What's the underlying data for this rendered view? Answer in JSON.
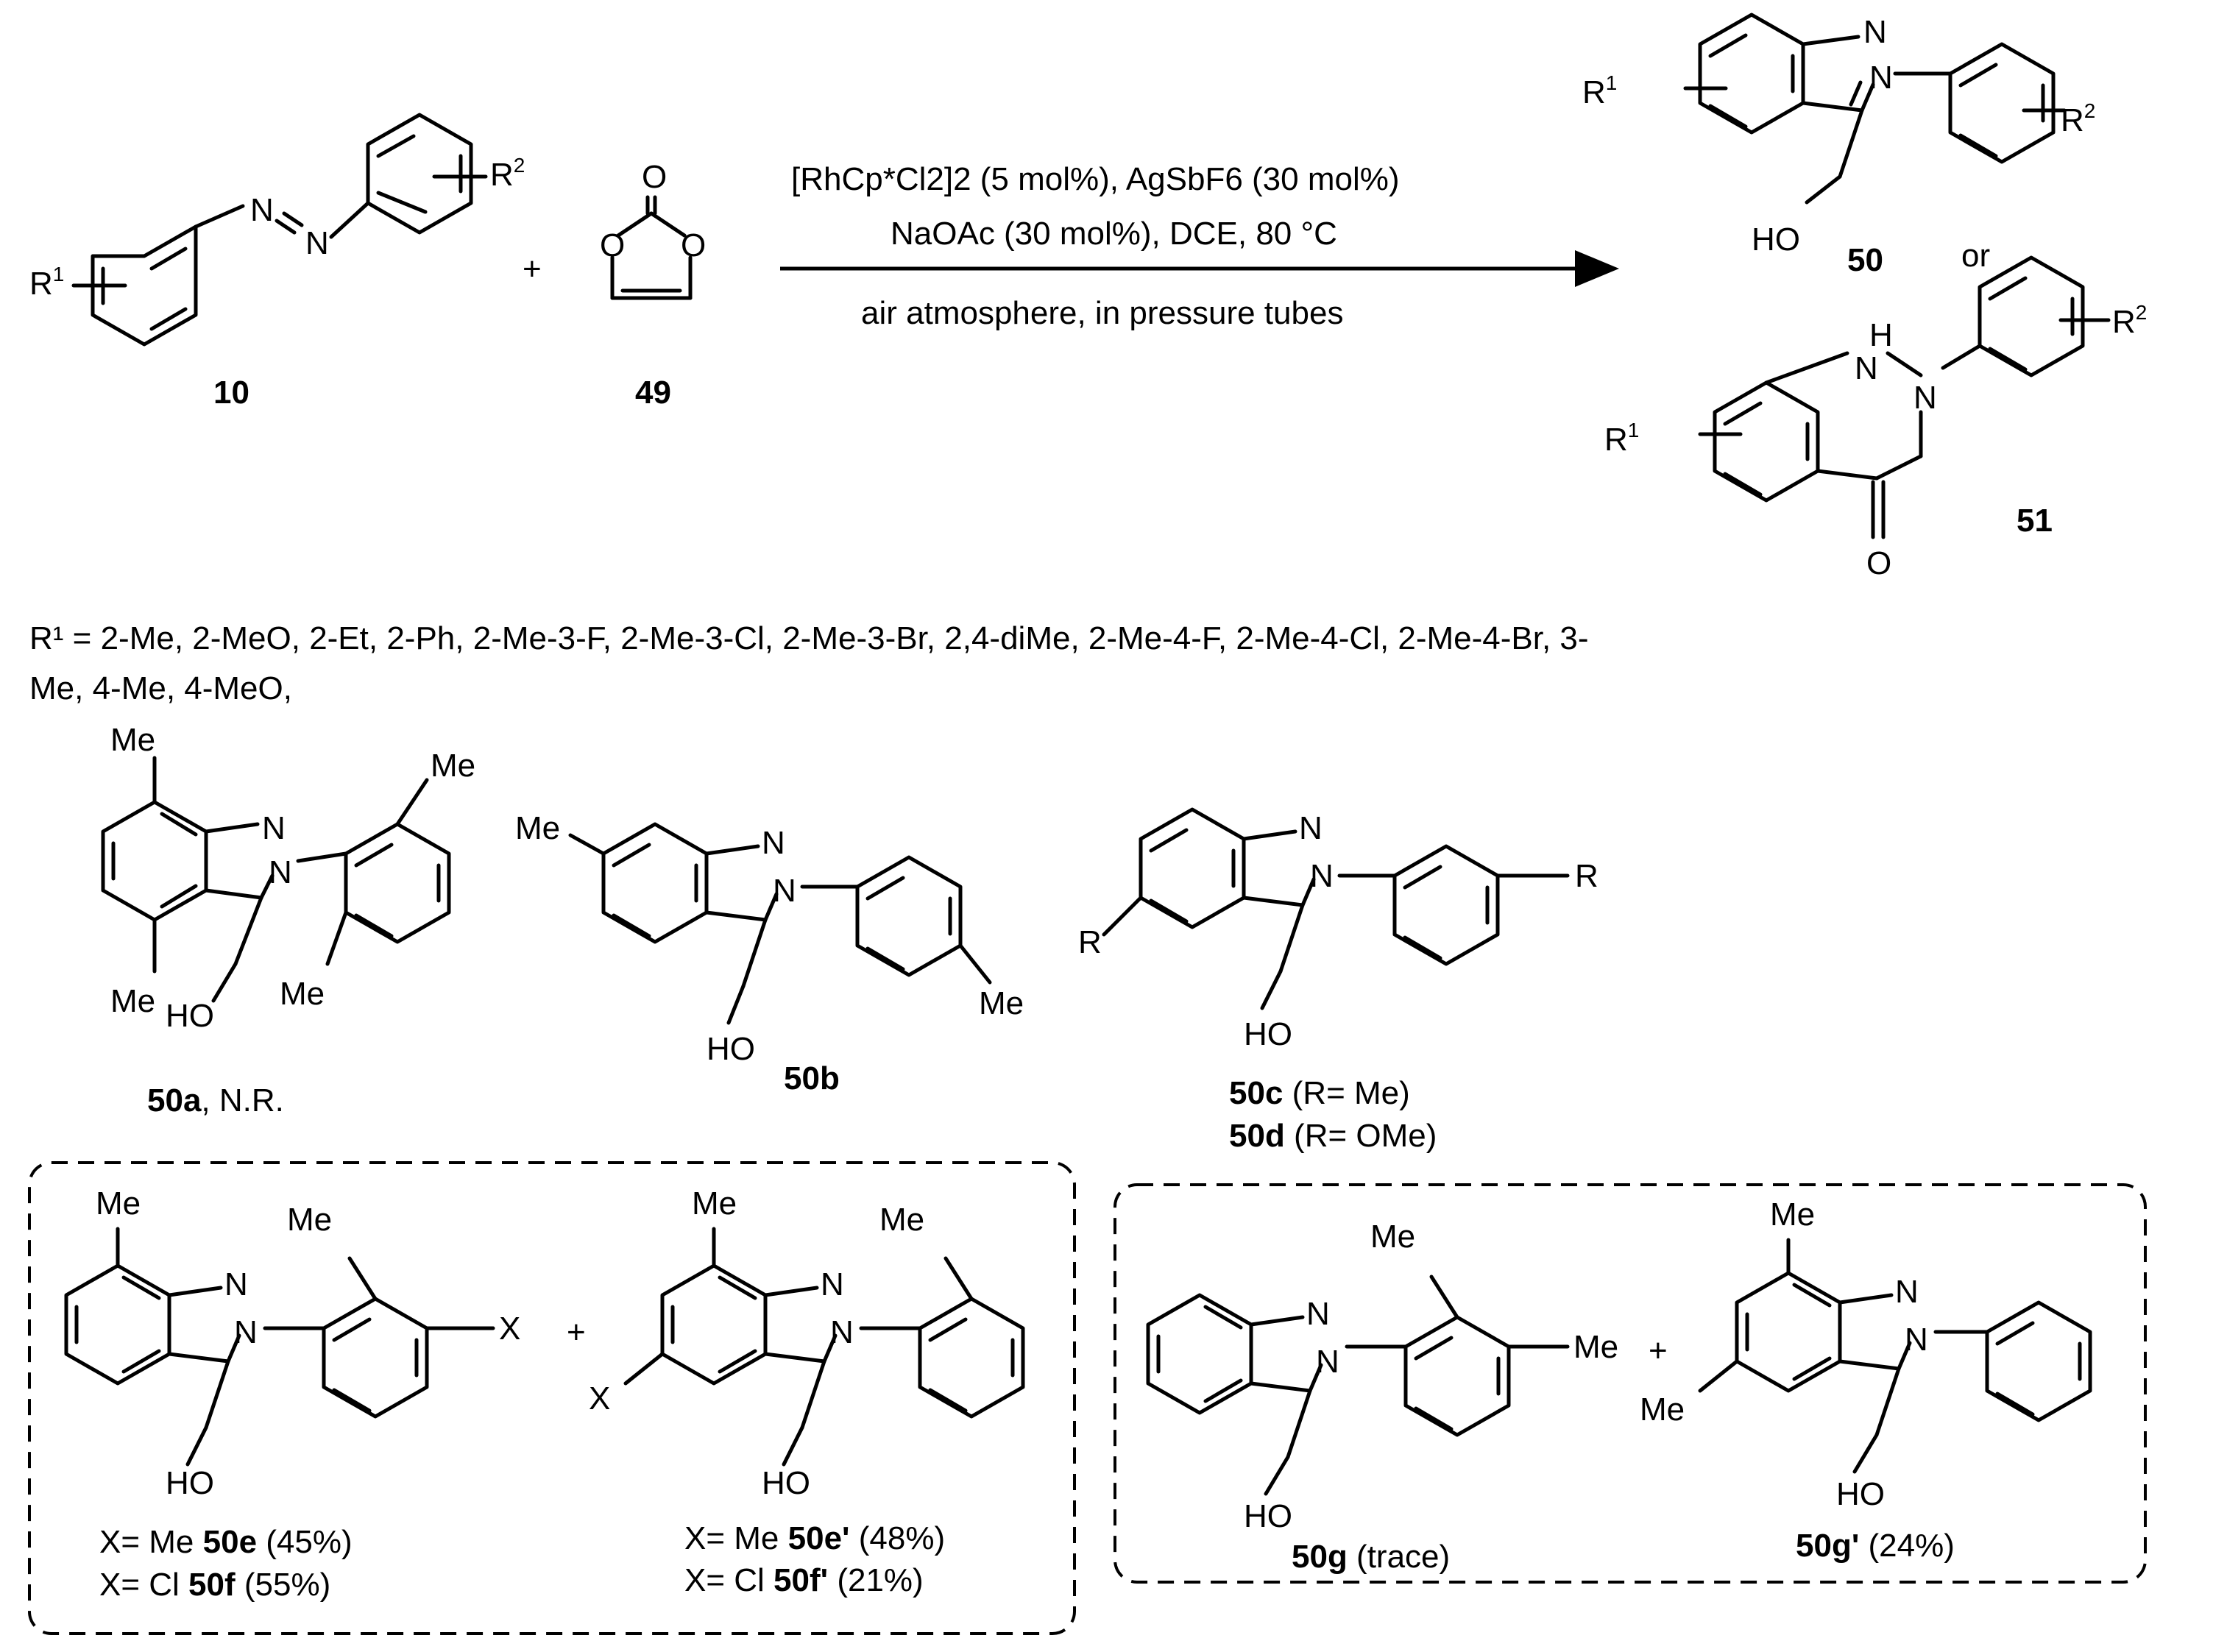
{
  "reaction": {
    "conditions_line1": "[RhCp*Cl2]2 (5 mol%), AgSbF6 (30 mol%)",
    "conditions_line2": "NaOAc (30 mol%), DCE, 80 °C",
    "conditions_line3": "air atmosphere, in pressure tubes",
    "plus": "+",
    "or": "or"
  },
  "compounds": {
    "c10": "10",
    "c49": "49",
    "c50": "50",
    "c51": "51",
    "c50a": "50a",
    "c50a_note": ", N.R.",
    "c50b": "50b",
    "c50c": "50c",
    "c50c_note": " (R= Me)",
    "c50d": "50d",
    "c50d_note": " (R= OMe)",
    "c50e": "50e",
    "c50e_prefix": "X= Me ",
    "c50e_yield": " (45%)",
    "c50f": "50f",
    "c50f_prefix": "X= Cl ",
    "c50f_yield": " (55%)",
    "c50e2": "50e'",
    "c50e2_prefix": "X= Me ",
    "c50e2_yield": " (48%)",
    "c50f2": "50f'",
    "c50f2_prefix": "X= Cl ",
    "c50f2_yield": " (21%)",
    "c50g": "50g",
    "c50g_yield": " (trace)",
    "c50g2": "50g'",
    "c50g2_yield": " (24%)"
  },
  "substituents": {
    "r1_line1": "R¹ = 2-Me, 2-MeO, 2-Et, 2-Ph, 2-Me-3-F, 2-Me-3-Cl, 2-Me-3-Br, 2,4-diMe, 2-Me-4-F, 2-Me-4-Cl, 2-Me-4-Br, 3-",
    "r1_line2": "Me, 4-Me, 4-MeO,"
  },
  "atoms": {
    "N": "N",
    "O": "O",
    "H": "H",
    "HO": "HO",
    "Me": "Me",
    "R": "R",
    "X": "X",
    "R1": "R",
    "R2": "R",
    "sup1": "1",
    "sup2": "2"
  }
}
